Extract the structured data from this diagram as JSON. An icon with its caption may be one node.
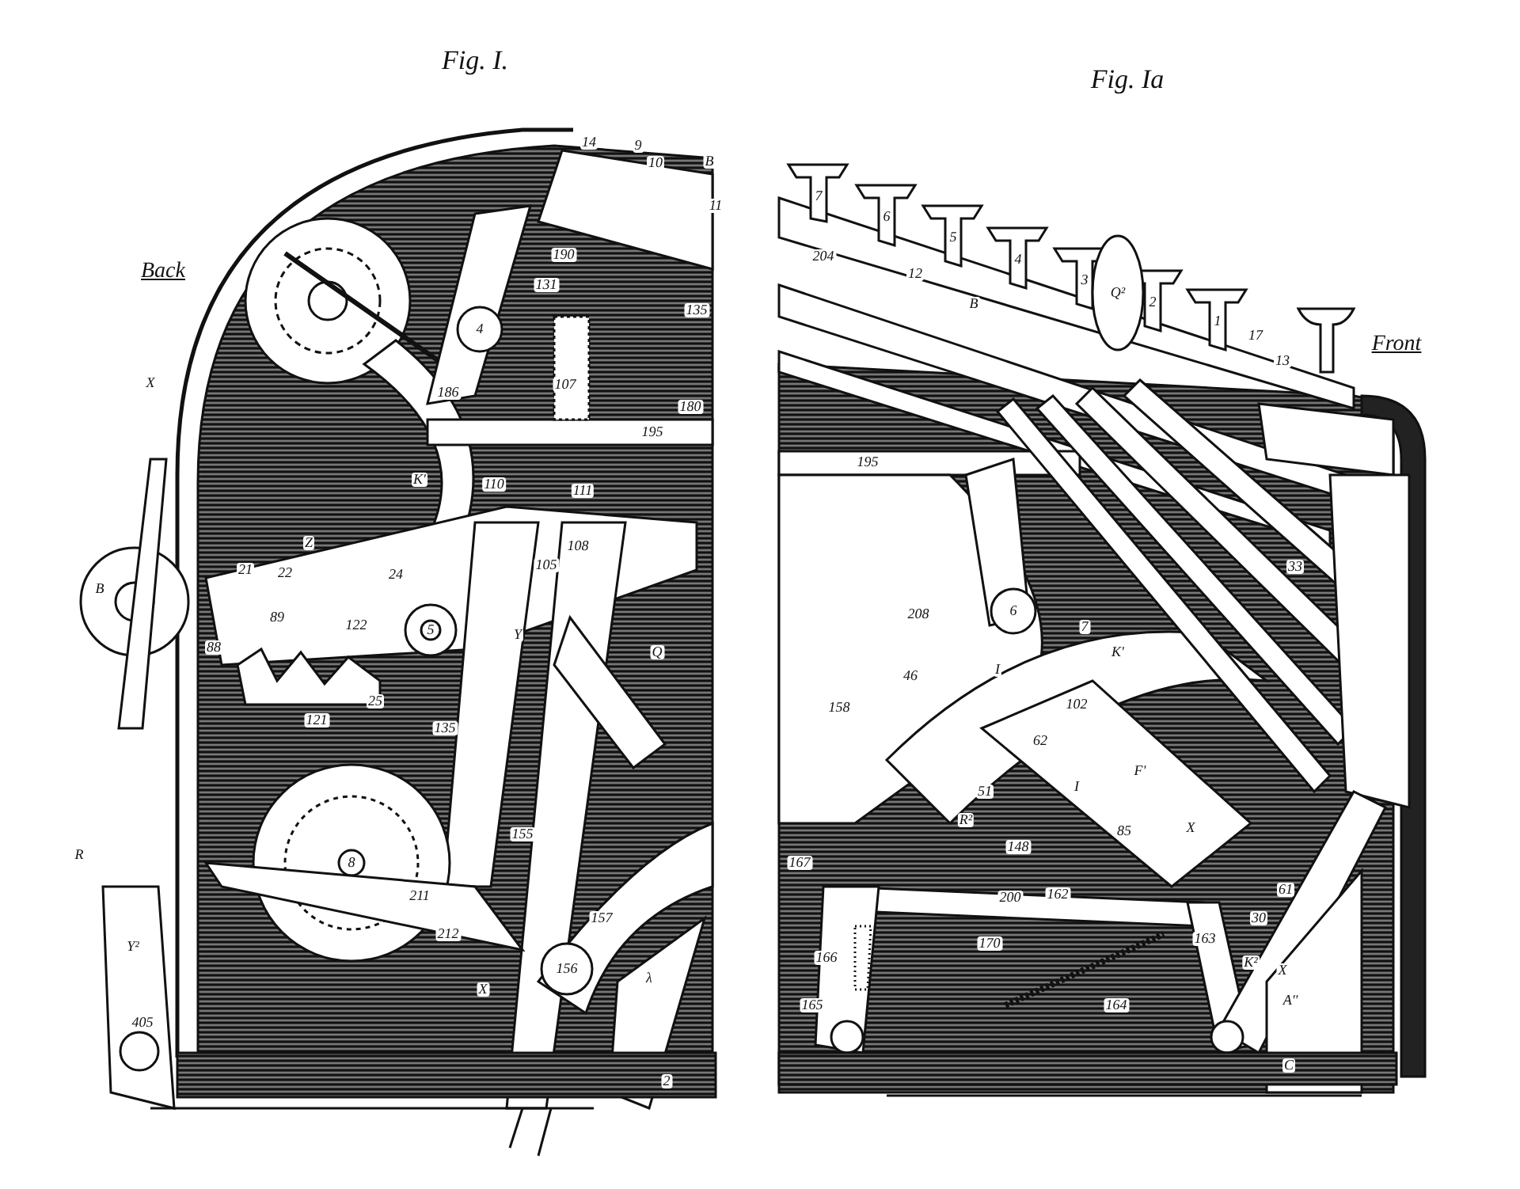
{
  "diagram": {
    "labels": [
      "Fig. I.",
      "Fig. Ia",
      "Back",
      "Front",
      "X",
      "14",
      "9",
      "10",
      "B",
      "11",
      "190",
      "131",
      "135",
      "4",
      "186",
      "107",
      "180",
      "195",
      "K'",
      "110",
      "111",
      "108",
      "105",
      "24",
      "21",
      "22",
      "Z",
      "89",
      "122",
      "5",
      "88",
      "B",
      "Y",
      "Q",
      "25",
      "121",
      "135",
      "8",
      "211",
      "212",
      "155",
      "157",
      "156",
      "λ",
      "2",
      "R",
      "Y²",
      "405",
      "X",
      "7",
      "6",
      "5",
      "4",
      "3",
      "2",
      "1",
      "204",
      "12",
      "B",
      "Q²",
      "17",
      "13",
      "195",
      "208",
      "6",
      "7",
      "K'",
      "I",
      "46",
      "158",
      "102",
      "62",
      "F'",
      "I",
      "51",
      "148",
      "85",
      "X",
      "167",
      "R²",
      "200",
      "162",
      "170",
      "164",
      "166",
      "165",
      "163",
      "K²",
      "X",
      "A''",
      "C",
      "61",
      "30",
      "33"
    ]
  }
}
